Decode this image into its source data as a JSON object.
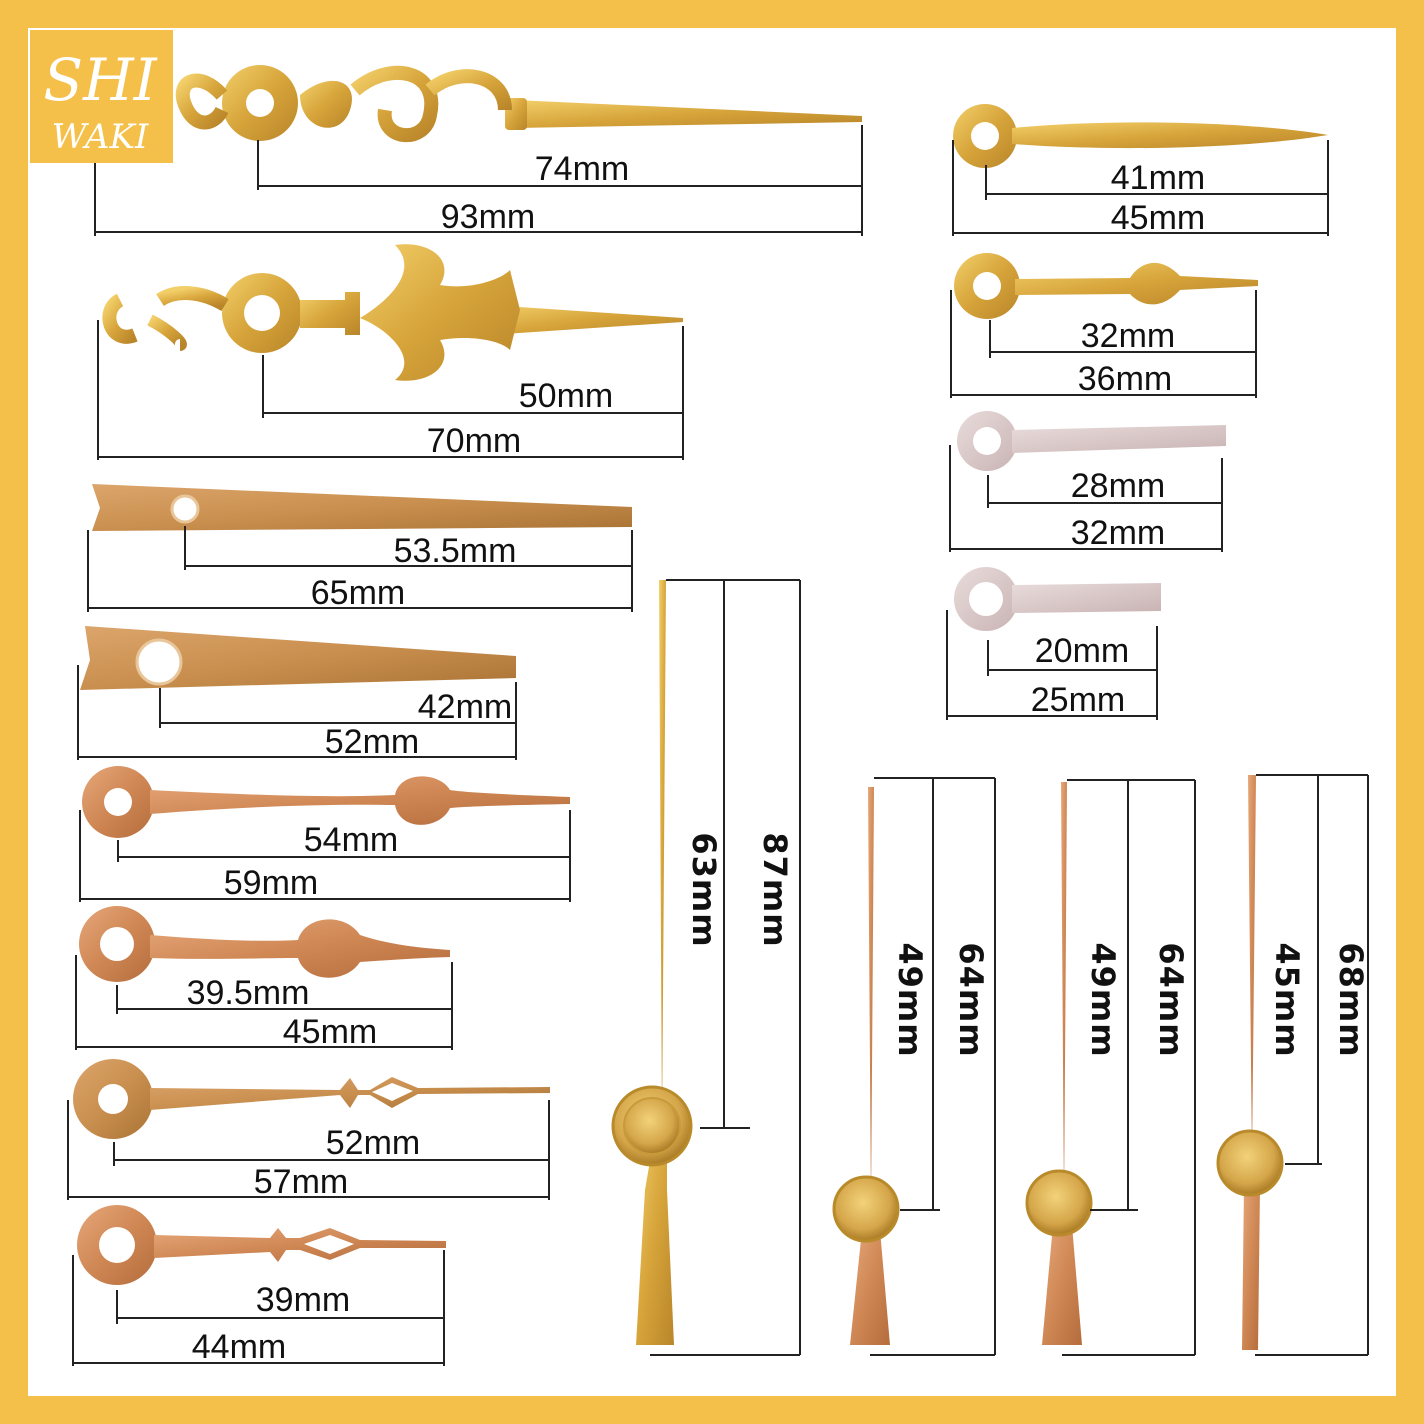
{
  "brand": {
    "logo_line1": "SHI",
    "logo_line2": "WAKI",
    "logo_color": "#f5c04a"
  },
  "colors": {
    "frame": "#f5c04a",
    "background": "#ffffff",
    "gold": "#d9a93a",
    "copper": "#d08a5a",
    "silver": "#d8c6c6"
  },
  "hands": [
    {
      "id": "h1",
      "short": "74mm",
      "long": "93mm"
    },
    {
      "id": "h2",
      "short": "50mm",
      "long": "70mm"
    },
    {
      "id": "h3",
      "short": "53.5mm",
      "long": "65mm"
    },
    {
      "id": "h4",
      "short": "42mm",
      "long": "52mm"
    },
    {
      "id": "h5",
      "short": "54mm",
      "long": "59mm"
    },
    {
      "id": "h6",
      "short": "39.5mm",
      "long": "45mm"
    },
    {
      "id": "h7",
      "short": "52mm",
      "long": "57mm"
    },
    {
      "id": "h8",
      "short": "39mm",
      "long": "44mm"
    },
    {
      "id": "r1",
      "short": "41mm",
      "long": "45mm"
    },
    {
      "id": "r2",
      "short": "32mm",
      "long": "36mm"
    },
    {
      "id": "r3",
      "short": "28mm",
      "long": "32mm"
    },
    {
      "id": "r4",
      "short": "20mm",
      "long": "25mm"
    },
    {
      "id": "s1",
      "short": "63mm",
      "long": "87mm"
    },
    {
      "id": "s2",
      "short": "49mm",
      "long": "64mm"
    },
    {
      "id": "s3",
      "short": "49mm",
      "long": "64mm"
    },
    {
      "id": "s4",
      "short": "45mm",
      "long": "68mm"
    }
  ]
}
